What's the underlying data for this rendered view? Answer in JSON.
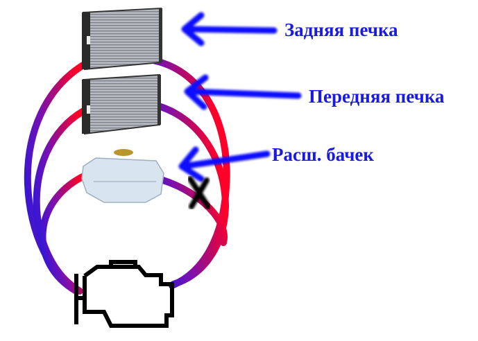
{
  "labels": {
    "rear_heater": "Задняя печка",
    "front_heater": "Передняя печка",
    "expansion_tank": "Расш. бачек"
  },
  "colors": {
    "text": "#1a1ae6",
    "arrow": "#1010ff",
    "hose_cold": "#2a1ad8",
    "hose_mid": "#8a10a0",
    "hose_hot": "#ff0030"
  }
}
